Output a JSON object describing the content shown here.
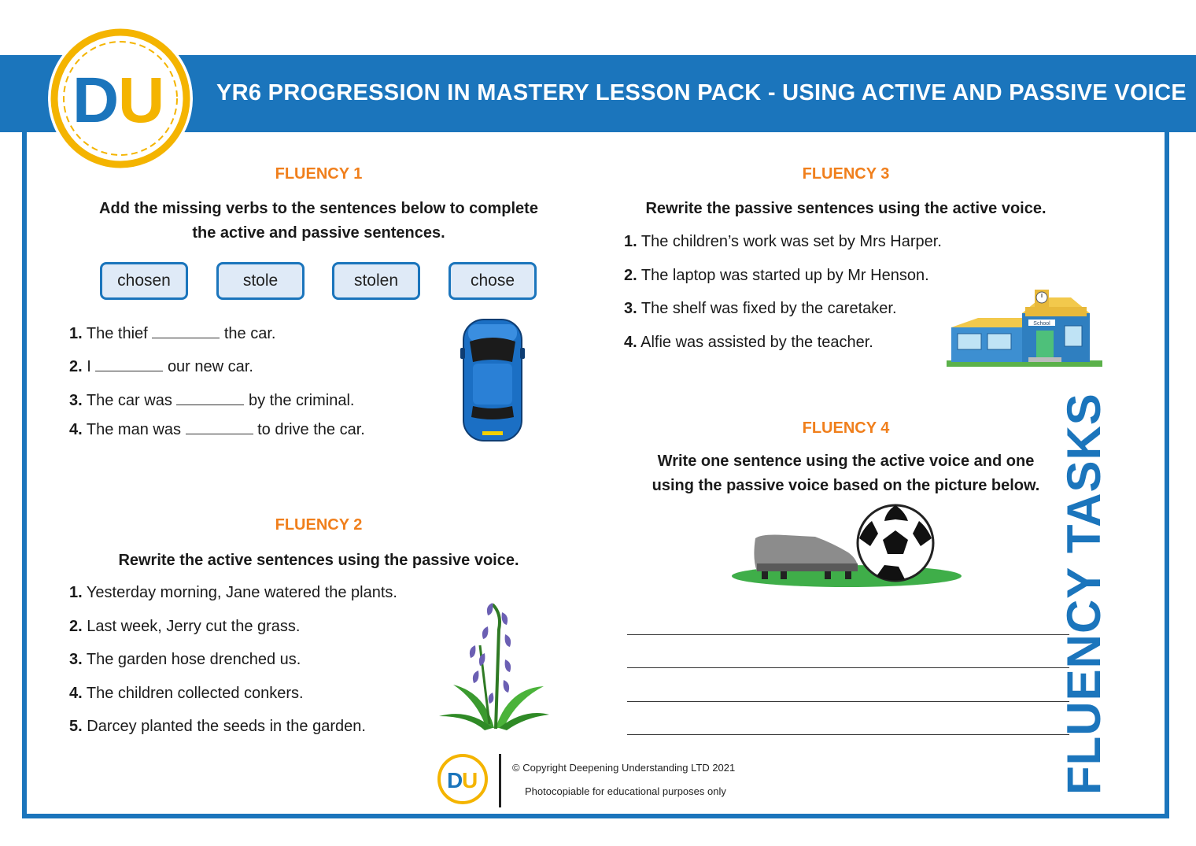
{
  "header": {
    "title": "YR6 PROGRESSION IN MASTERY LESSON PACK - USING ACTIVE AND PASSIVE VOICE",
    "logo_text": "DU"
  },
  "side_title": "FLUENCY TASKS",
  "fluency1": {
    "title": "FLUENCY 1",
    "instruction_line1": "Add the missing verbs to the sentences below to complete",
    "instruction_line2": "the active and passive sentences.",
    "words": [
      "chosen",
      "stole",
      "stolen",
      "chose"
    ],
    "items": [
      {
        "num": "1.",
        "before": "The thief",
        "after": "the car."
      },
      {
        "num": "2.",
        "before": "I",
        "after": "our new car."
      },
      {
        "num": "3.",
        "before": "The car was",
        "after": "by the criminal."
      },
      {
        "num": "4.",
        "before": "The man was",
        "after": "to drive the car."
      }
    ]
  },
  "fluency2": {
    "title": "FLUENCY 2",
    "instruction": "Rewrite the active sentences using the passive voice.",
    "items": [
      {
        "num": "1.",
        "text": "Yesterday morning, Jane watered the plants."
      },
      {
        "num": "2.",
        "text": "Last week, Jerry cut the grass."
      },
      {
        "num": "3.",
        "text": "The garden hose drenched us."
      },
      {
        "num": "4.",
        "text": "The children collected conkers."
      },
      {
        "num": "5.",
        "text": "Darcey planted the seeds in the garden."
      }
    ]
  },
  "fluency3": {
    "title": "FLUENCY 3",
    "instruction": "Rewrite the passive sentences using the active voice.",
    "items": [
      {
        "num": "1.",
        "text": "The children’s work was set by Mrs Harper."
      },
      {
        "num": "2.",
        "text": "The laptop was started up by Mr Henson."
      },
      {
        "num": "3.",
        "text": "The shelf was fixed by the caretaker."
      },
      {
        "num": "4.",
        "text": "Alfie was assisted by the teacher."
      }
    ],
    "school_sign": "School"
  },
  "fluency4": {
    "title": "FLUENCY 4",
    "instruction_line1": "Write one sentence using the active voice and one",
    "instruction_line2": "using the passive voice based on the picture below."
  },
  "footer": {
    "copyright": "© Copyright Deepening Understanding LTD 2021",
    "note": "Photocopiable for educational purposes only",
    "logo_text": "DU"
  },
  "colors": {
    "brand_blue": "#1b75bc",
    "brand_yellow": "#f4b400",
    "accent_orange": "#f07f1c",
    "box_fill": "#dfeaf7"
  },
  "icons": [
    "car-illustration",
    "bluebell-illustration",
    "school-illustration",
    "boot-and-football-illustration"
  ]
}
